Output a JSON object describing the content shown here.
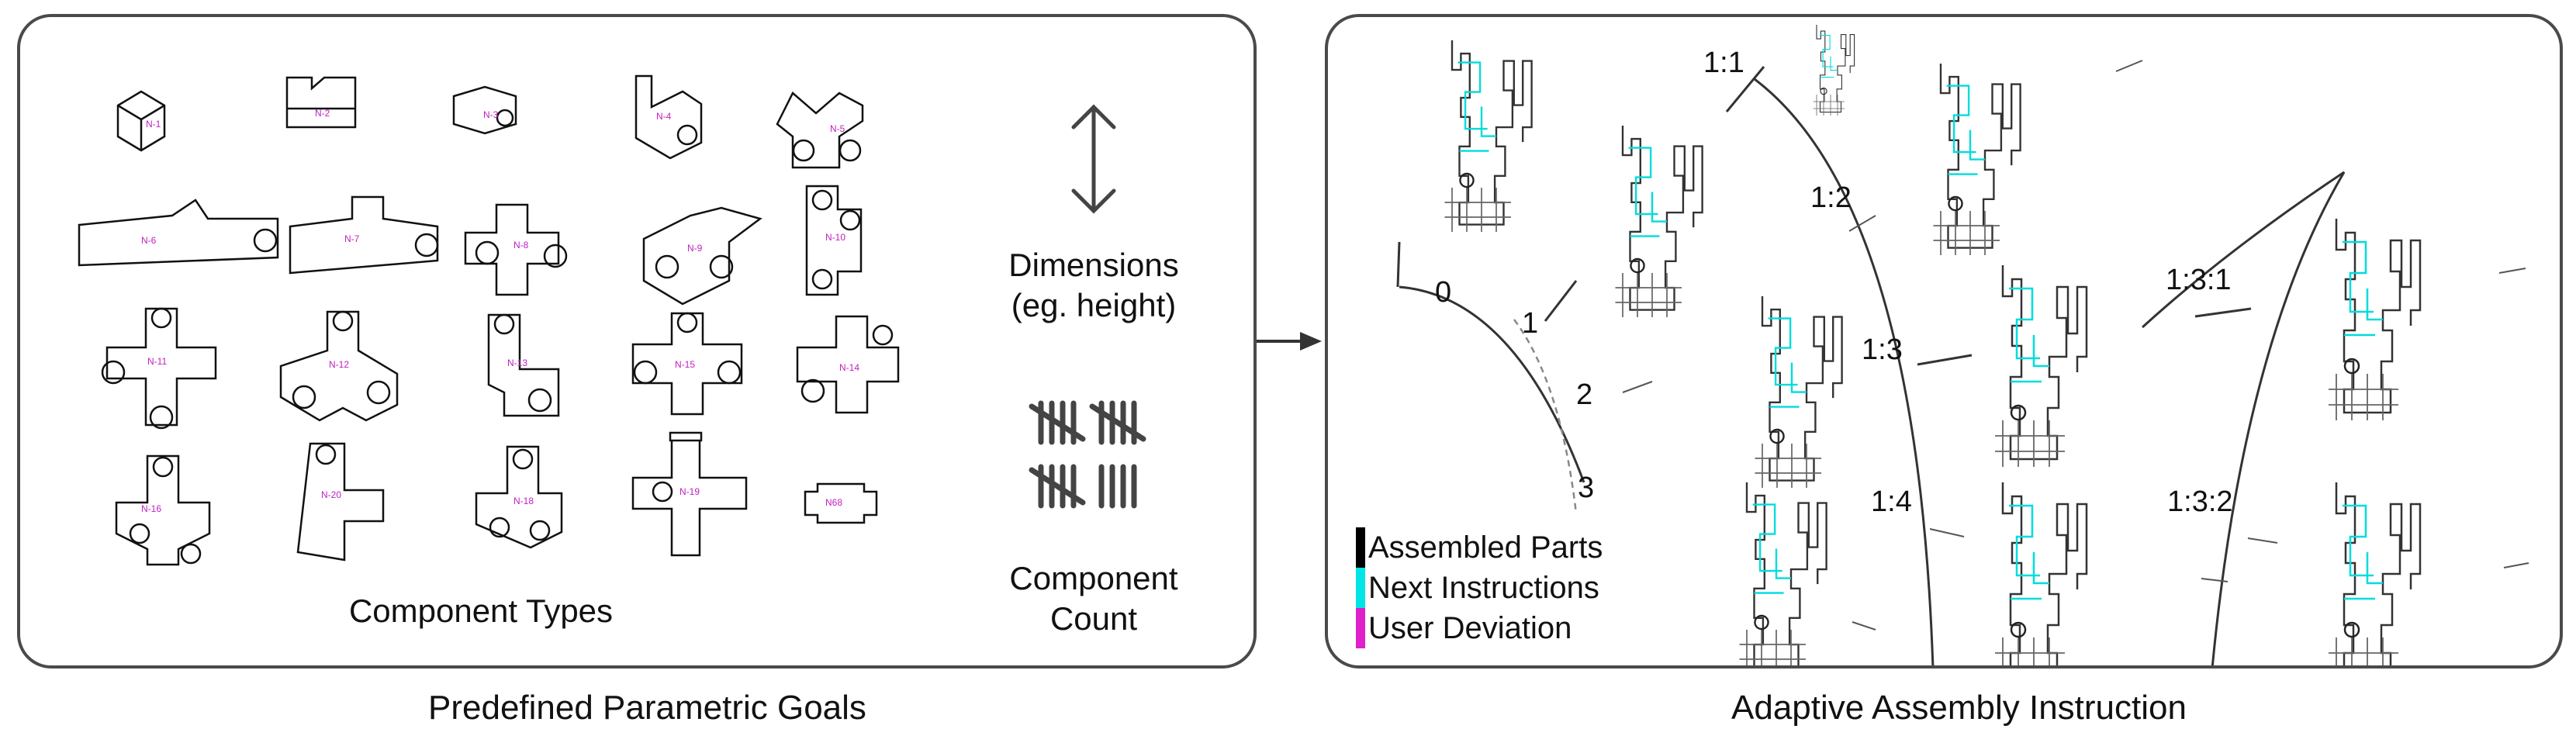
{
  "left_panel": {
    "caption": "Predefined Parametric Goals",
    "component_types_label": "Component Types",
    "dimensions_label_line1": "Dimensions",
    "dimensions_label_line2": "(eg. height)",
    "component_count_line1": "Component",
    "component_count_line2": "Count",
    "components": [
      "N-1",
      "N-2",
      "N-3",
      "N-4",
      "N-5",
      "N-6",
      "N-7",
      "N-8",
      "N-9",
      "N-10",
      "N-11",
      "N-12",
      "N-13",
      "N-15",
      "N-14",
      "N-16",
      "N-20",
      "N-18",
      "N-19",
      "N68"
    ]
  },
  "right_panel": {
    "caption": "Adaptive Assembly Instruction",
    "ticks": [
      "0",
      "1",
      "2",
      "3",
      "1:1",
      "1:2",
      "1:3",
      "1:4",
      "1:3:1",
      "1:3:2"
    ],
    "legend": [
      {
        "label": "Assembled Parts",
        "color": "#000000"
      },
      {
        "label": "Next Instructions",
        "color": "#00e5e5"
      },
      {
        "label": "User Deviation",
        "color": "#e020c8"
      }
    ]
  },
  "colors": {
    "border": "#4a4a4a",
    "accent_cyan": "#00e5e5",
    "accent_magenta": "#e020c8"
  }
}
